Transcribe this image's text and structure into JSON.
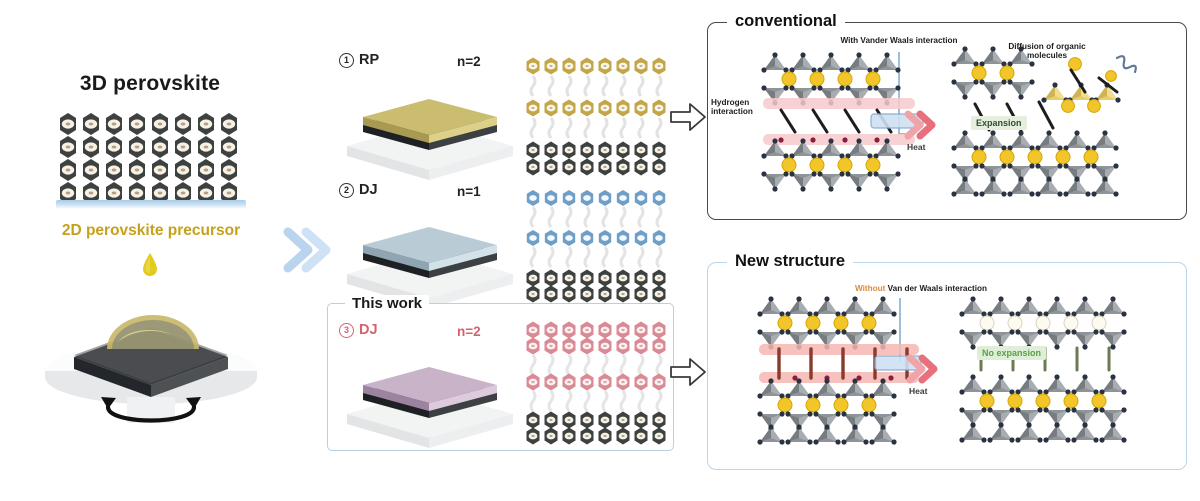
{
  "figure": {
    "kind": "scientific-schematic",
    "caption_free": true
  },
  "left_panel": {
    "title": "3D perovskite",
    "precursor_label": "2D perovskite precursor",
    "droplet_color": "#e8cf1e",
    "substrate_band_color": "#a8cce8",
    "icons": {
      "droplet": "droplet-icon",
      "spin_coater": "spin-coater-icon",
      "rotation": "rotation-arrow-icon"
    }
  },
  "middle_column": {
    "rows": [
      {
        "index": "1",
        "name": "RP",
        "n_label": "n=2",
        "film_color": "#cbbd70",
        "stack_color": "#c3a64a",
        "layers": 2,
        "label_color": "#222222"
      },
      {
        "index": "2",
        "name": "DJ",
        "n_label": "n=1",
        "film_color": "#b9ccd6",
        "stack_color": "#6f9fc8",
        "layers": 2,
        "label_color": "#222222"
      },
      {
        "index": "3",
        "name": "DJ",
        "n_label": "n=2",
        "film_color": "#c8b3c8",
        "stack_color": "#d98a94",
        "layers": 2,
        "label_color": "#d4636f"
      }
    ],
    "this_work_label": "This work",
    "this_work_border_color": "#b9cfe2"
  },
  "right_panels": {
    "conventional": {
      "title": "conventional",
      "border_color": "#4a4a4a",
      "labels": {
        "vdw": "With Vander Waals interaction",
        "hydrogen": "Hydrogen\ninteraction",
        "hydrogen_line1": "Hydrogen",
        "hydrogen_line2": "interaction",
        "diffusion_line1": "Diffusion of organic",
        "diffusion_line2": "molecules",
        "expansion": "Expansion",
        "heat": "Heat"
      },
      "expansion_tag_bg": "#e6eedd",
      "expansion_tag_color": "#2f4f2f",
      "arrow_color": "#e8818c"
    },
    "new_structure": {
      "title": "New structure",
      "border_color": "#bcd6ea",
      "labels": {
        "vdw_prefix": "Without",
        "vdw_rest": "Van der Waals interaction",
        "no_expansion": "No expansion",
        "heat": "Heat"
      },
      "vdw_prefix_color": "#d98b3f",
      "no_expansion_tag_bg": "#dfeed6",
      "no_expansion_tag_color": "#5aa04a",
      "arrow_color": "#e8818c"
    }
  },
  "arrows": {
    "left_to_middle": "chevron-blue-icon",
    "middle_to_right_top": "block-arrow-right-icon",
    "middle_to_right_bottom": "block-arrow-right-icon"
  },
  "palette": {
    "octahedra_gray": "#8f9499",
    "octahedra_dark": "#4b5055",
    "cation_yellow": "#f2c52a",
    "organic_pink": "#f3c4c6",
    "organic_yellow": "#e8d27a",
    "perovskite_dark": "#3a3f3f"
  }
}
